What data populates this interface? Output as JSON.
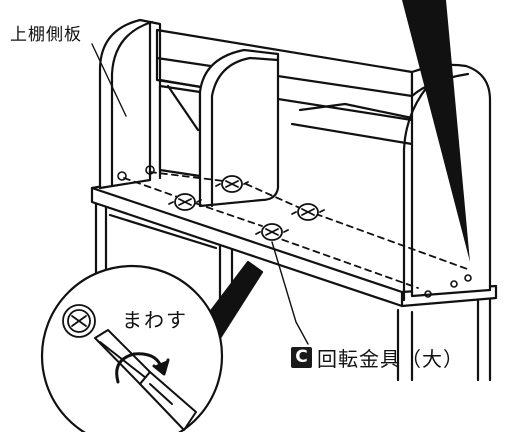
{
  "labels": {
    "upper_shelf_side_panel": "上棚側板",
    "turn_instruction": "まわす",
    "part_letter": "C",
    "part_name": "回転金具（大）"
  },
  "colors": {
    "ink": "#111111",
    "paper": "#ffffff",
    "badge_bg": "#1a1a1a",
    "badge_fg": "#ffffff",
    "gray_shade": "#bdbdbd"
  },
  "icons": [
    "phillips-screwdriver-icon",
    "rotation-arrow-icon",
    "plus-slot-symbol-icon",
    "cam-fitting-icon"
  ]
}
